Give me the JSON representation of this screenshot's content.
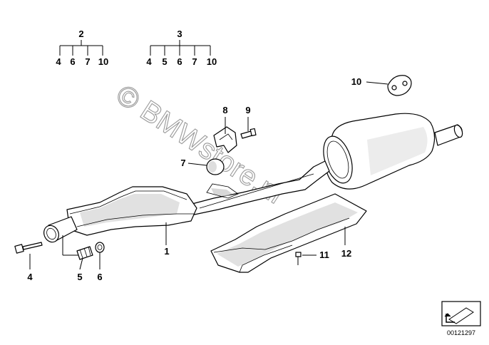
{
  "diagram": {
    "watermark": "© BMWstore.nl",
    "part_number": "00121297",
    "group_2": {
      "label": "2",
      "items": [
        "4",
        "6",
        "7",
        "10"
      ]
    },
    "group_3": {
      "label": "3",
      "items": [
        "4",
        "5",
        "6",
        "7",
        "10"
      ]
    },
    "callouts": {
      "c1": "1",
      "c4": "4",
      "c5": "5",
      "c6": "6",
      "c7": "7",
      "c8": "8",
      "c9": "9",
      "c10": "10",
      "c11": "11",
      "c12": "12"
    }
  }
}
